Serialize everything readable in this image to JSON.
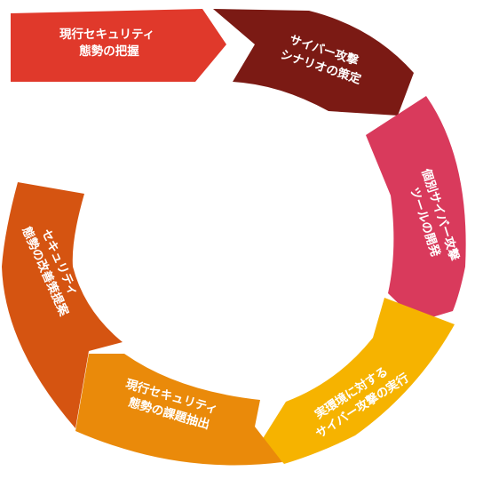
{
  "diagram": {
    "steps": [
      {
        "lines": [
          "現行セキュリティ",
          "態勢の把握"
        ],
        "color": "#E0392B"
      },
      {
        "lines": [
          "サイバー攻撃",
          "シナリオの策定"
        ],
        "color": "#7B1A14"
      },
      {
        "lines": [
          "個別サイバー攻撃",
          "ツールの開発"
        ],
        "color": "#D93A5C"
      },
      {
        "lines": [
          "実環境に対する",
          "サイバー攻撃の実行"
        ],
        "color": "#F6B300"
      },
      {
        "lines": [
          "現行セキュリティ",
          "態勢の課題抽出"
        ],
        "color": "#EA8A0A"
      },
      {
        "lines": [
          "セキュリティ",
          "態勢の改善策提案"
        ],
        "color": "#D55411"
      }
    ]
  }
}
